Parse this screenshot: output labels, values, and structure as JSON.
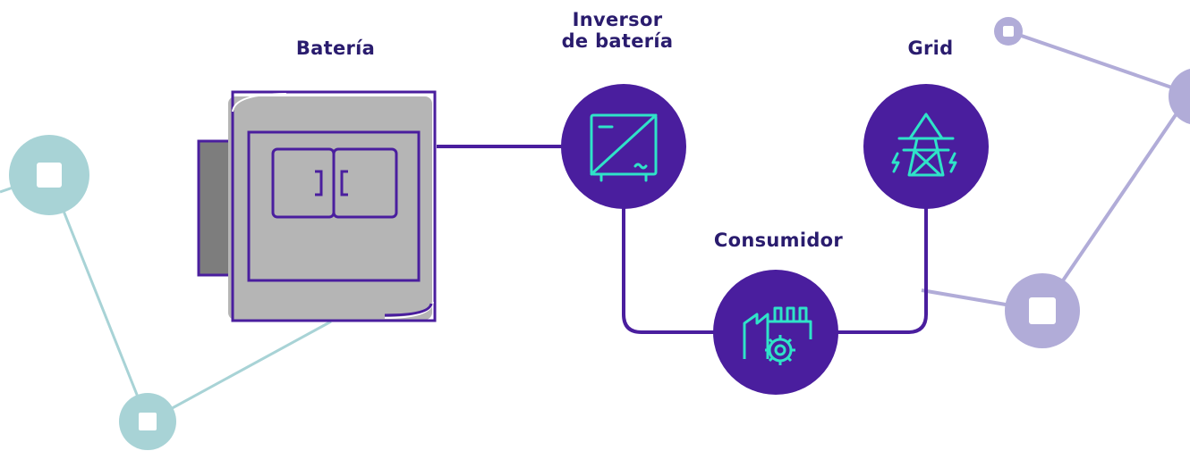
{
  "labels": {
    "battery": "Batería",
    "inverter_line1": "Inversor",
    "inverter_line2": "de batería",
    "grid": "Grid",
    "consumer": "Consumidor"
  },
  "colors": {
    "node_fill": "#4a1e9e",
    "label_text": "#2a1c6e",
    "icon_stroke": "#2fe3c8",
    "battery_body": "#b5b5b5",
    "battery_dark": "#7d7d7d",
    "deco_teal": "#a8d3d6",
    "deco_lavender": "#b1acd8"
  },
  "icons": {
    "inverter": "inverter-dc-ac-icon",
    "grid": "transmission-tower-icon",
    "consumer": "factory-gear-icon",
    "battery": "battery-cabinet-icon"
  }
}
